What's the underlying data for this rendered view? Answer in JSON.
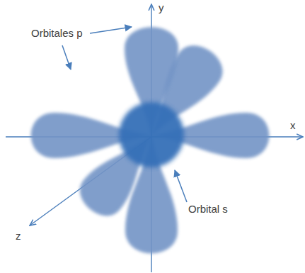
{
  "diagram": {
    "labels": [
      "y",
      "Orbitales p",
      "x",
      "Orbital s",
      "z"
    ]
  }
}
